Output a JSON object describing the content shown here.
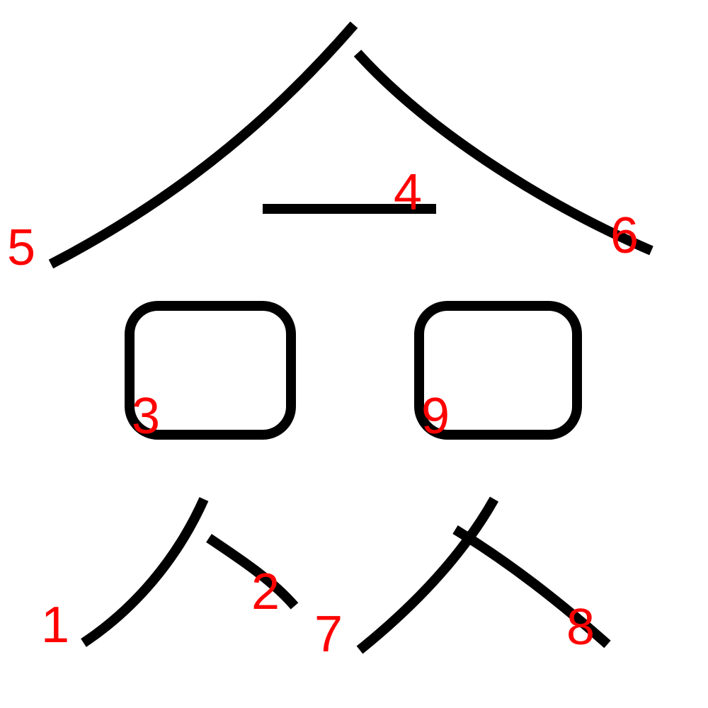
{
  "diagram": {
    "stroke_color": "#000000",
    "number_color": "#ff0000",
    "strokes": [
      {
        "number": "1"
      },
      {
        "number": "2"
      },
      {
        "number": "3"
      },
      {
        "number": "4"
      },
      {
        "number": "5"
      },
      {
        "number": "6"
      },
      {
        "number": "7"
      },
      {
        "number": "8"
      },
      {
        "number": "9"
      }
    ]
  }
}
